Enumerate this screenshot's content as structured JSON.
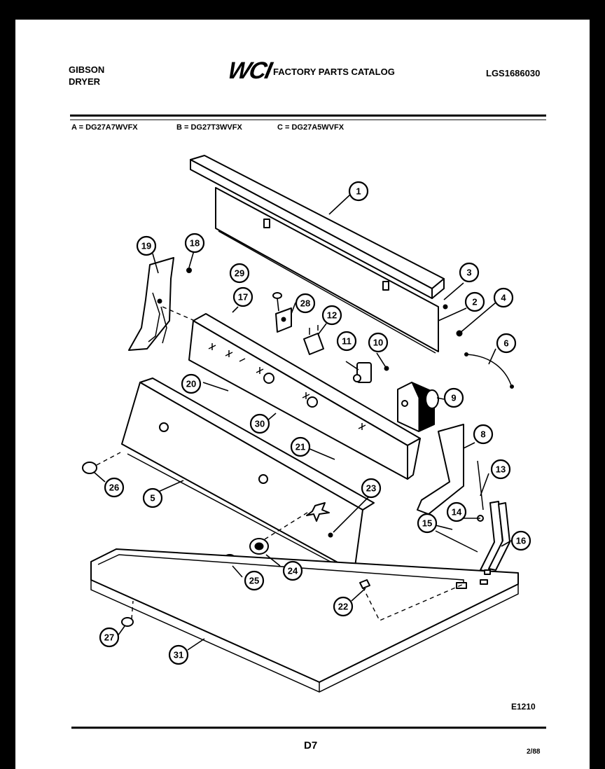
{
  "header": {
    "brand": "GIBSON",
    "product": "DRYER",
    "logo_text": "WCI",
    "catalog_title": "FACTORY PARTS CATALOG",
    "catalog_number": "LGS1686030"
  },
  "models": [
    "A = DG27A7WVFX",
    "B = DG27T3WVFX",
    "C = DG27A5WVFX"
  ],
  "callouts": [
    "1",
    "2",
    "3",
    "4",
    "5",
    "6",
    "8",
    "9",
    "10",
    "11",
    "12",
    "13",
    "14",
    "15",
    "16",
    "17",
    "18",
    "19",
    "20",
    "21",
    "22",
    "23",
    "24",
    "25",
    "26",
    "27",
    "28",
    "29",
    "30",
    "31"
  ],
  "footer": {
    "figure_code": "E1210",
    "page": "D7",
    "date": "2/88"
  }
}
